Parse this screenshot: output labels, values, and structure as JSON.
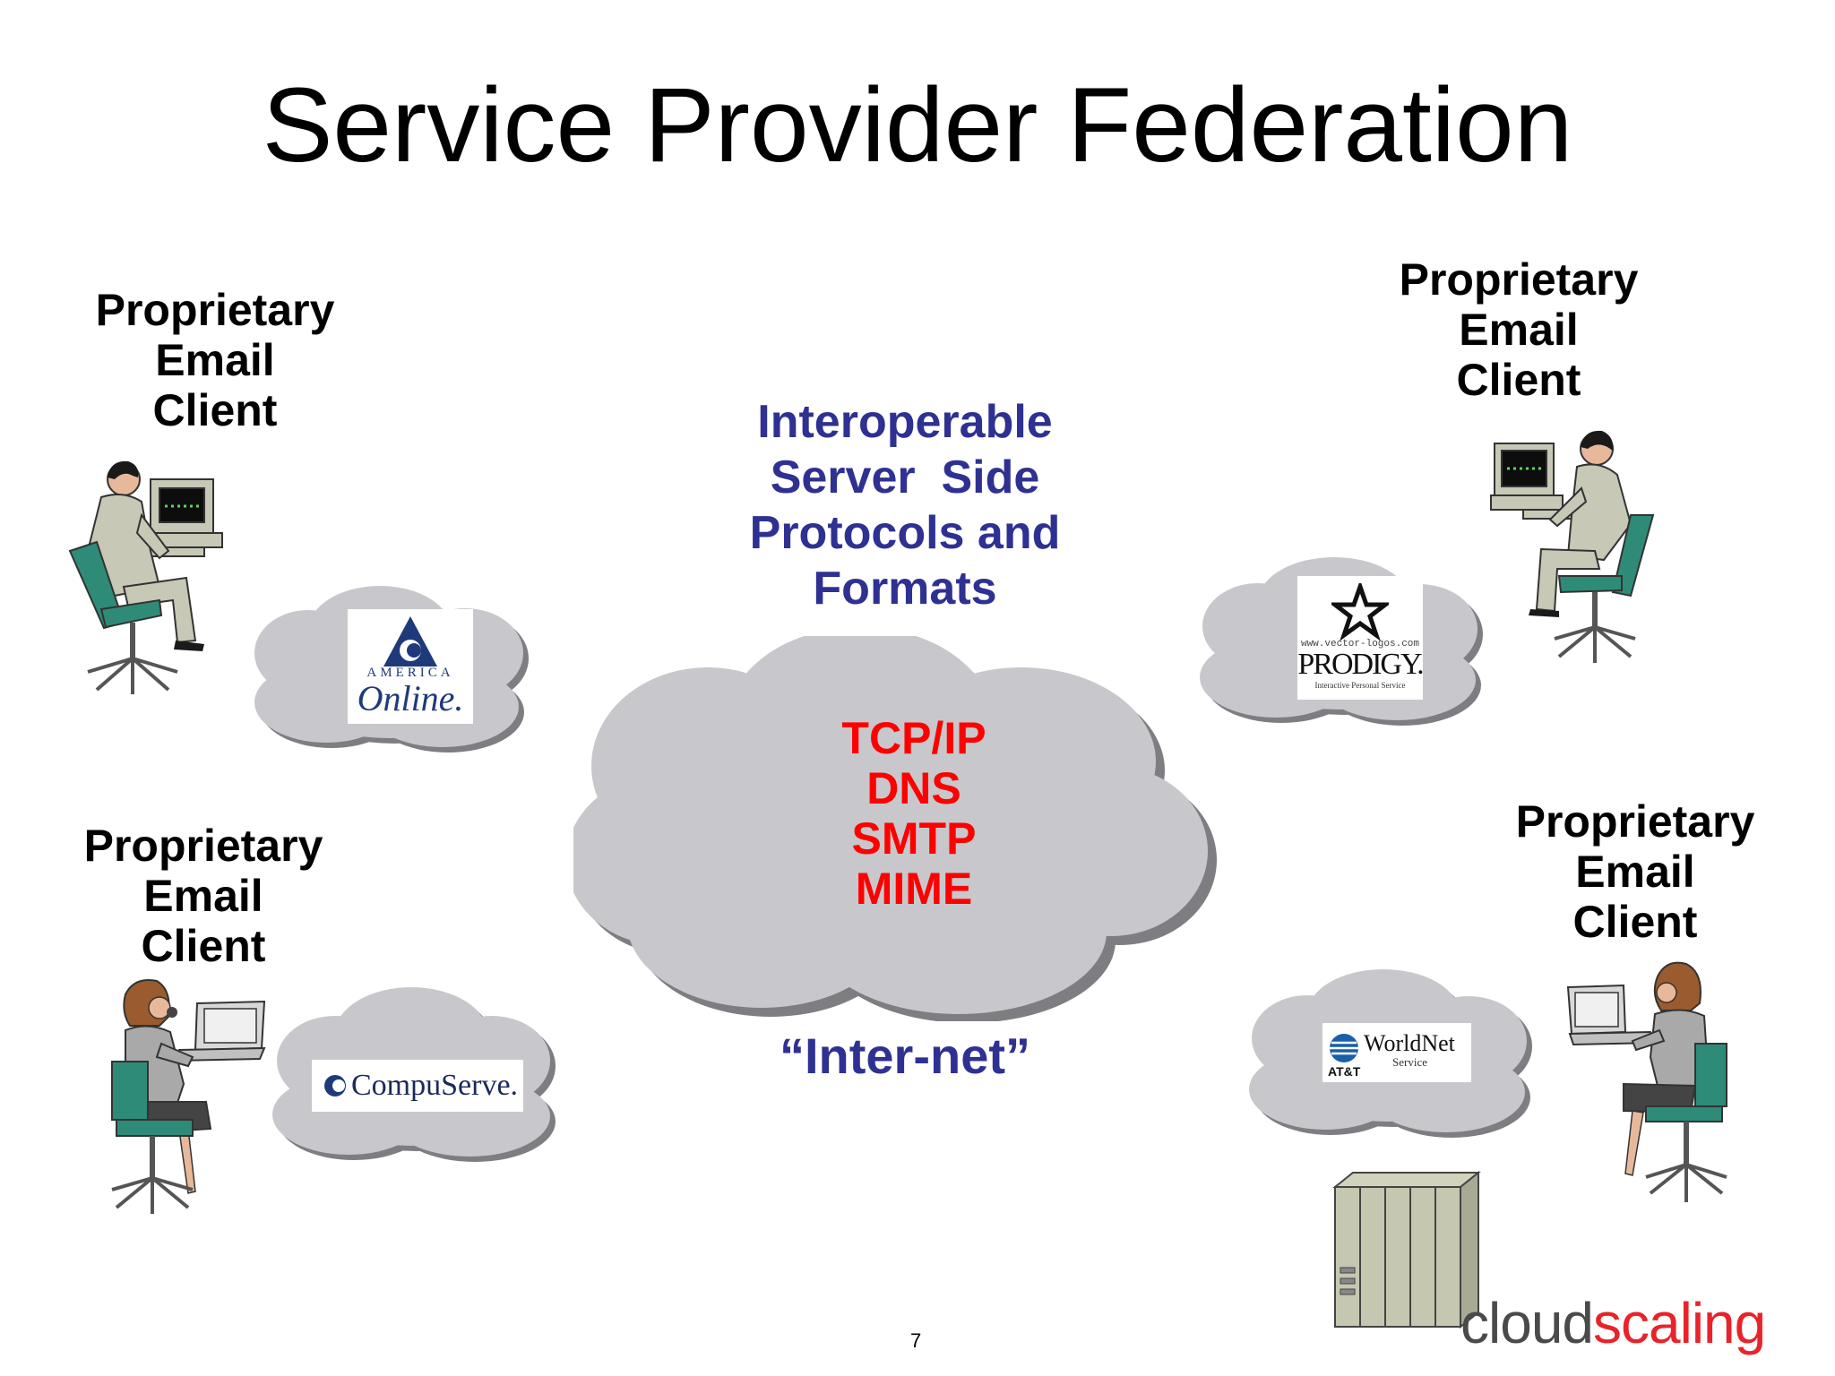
{
  "title": "Service Provider Federation",
  "clients": {
    "top_left": [
      "Proprietary",
      "Email",
      "Client"
    ],
    "bottom_left": [
      "Proprietary",
      "Email",
      "Client"
    ],
    "top_right": [
      "Proprietary",
      "Email",
      "Client"
    ],
    "bottom_right": [
      "Proprietary",
      "Email",
      "Client"
    ]
  },
  "center_heading": [
    "Interoperable",
    "Server  Side",
    "Protocols and",
    "Formats"
  ],
  "protocols": [
    "TCP/IP",
    "DNS",
    "SMTP",
    "MIME"
  ],
  "internet_label": "“Inter-net”",
  "providers": {
    "aol": {
      "line1": "AMERICA",
      "line2": "Online."
    },
    "compuserve": {
      "name": "CompuServe."
    },
    "prodigy": {
      "watermark": "www.vector-logos.com",
      "name": "PRODIGY.",
      "tagline": "Interactive Personal Service"
    },
    "worldnet": {
      "name": "WorldNet",
      "service": "Service",
      "att": "AT&T"
    }
  },
  "footer": {
    "page_number": "7",
    "brand_part1": "cloud",
    "brand_part2": "scaling"
  },
  "colors": {
    "center_text": "#2e3191",
    "protocols": "#ff0000",
    "cloud": "#c8c8cc",
    "brand_gray": "#4a4a4a",
    "brand_red": "#e8232a"
  }
}
